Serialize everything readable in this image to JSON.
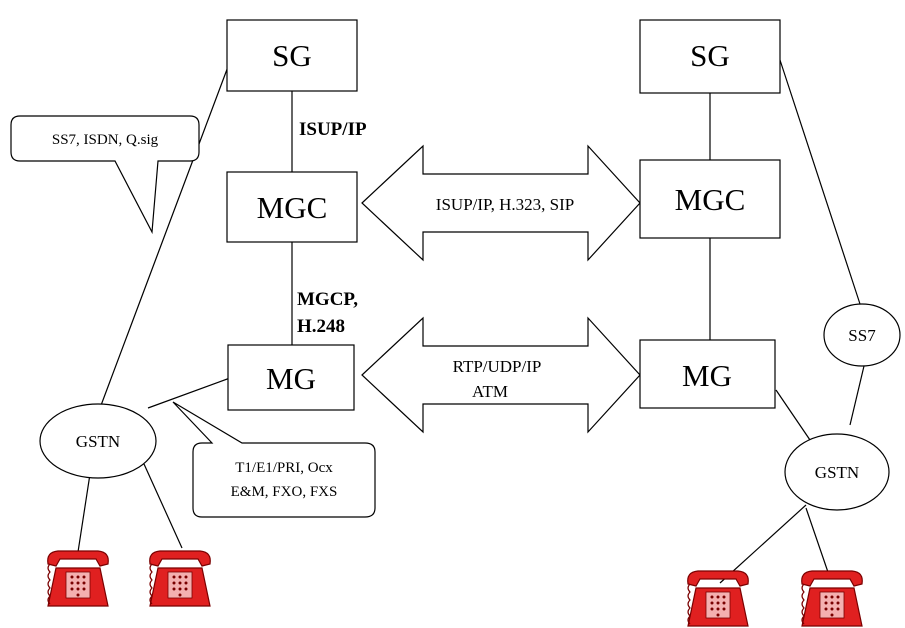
{
  "left": {
    "sg": "SG",
    "mgc": "MGC",
    "mg": "MG",
    "gstn": "GSTN",
    "callout_signaling": "SS7, ISDN, Q.sig",
    "callout_trunks_line1": "T1/E1/PRI, Ocx",
    "callout_trunks_line2": "E&M, FXO, FXS"
  },
  "labels": {
    "sg_mgc": "ISUP/IP",
    "mgc_mg_line1": "MGCP,",
    "mgc_mg_line2": "H.248"
  },
  "arrows": {
    "signaling": "ISUP/IP, H.323, SIP",
    "media_line1": "RTP/UDP/IP",
    "media_line2": "ATM"
  },
  "right": {
    "sg": "SG",
    "mgc": "MGC",
    "mg": "MG",
    "ss7": "SS7",
    "gstn": "GSTN"
  },
  "colors": {
    "phone_red": "#e02020",
    "phone_dark": "#7a0000"
  },
  "icons": {
    "phone": "telephone-icon"
  }
}
